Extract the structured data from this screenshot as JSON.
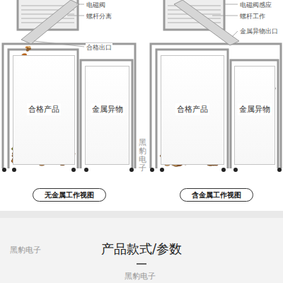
{
  "diagram": {
    "nodes": [
      {
        "text": [
          "合格产品"
        ]
      },
      {
        "text": [
          "金属异物"
        ]
      },
      {
        "text": [
          "合格产品"
        ]
      },
      {
        "text": [
          "金属异物"
        ]
      },
      {
        "text": [
          "无金属工作视图"
        ]
      },
      {
        "text": [
          "含金属工作视图"
        ]
      }
    ],
    "labels": [
      "电磁阀",
      "螺杆分离",
      "合格出口",
      "电磁阀感应",
      "螺杆工作",
      "金属异物出口",
      "产品款式/参数",
      "黑豹电子",
      "黑豹电子",
      "黑豹电子"
    ]
  }
}
